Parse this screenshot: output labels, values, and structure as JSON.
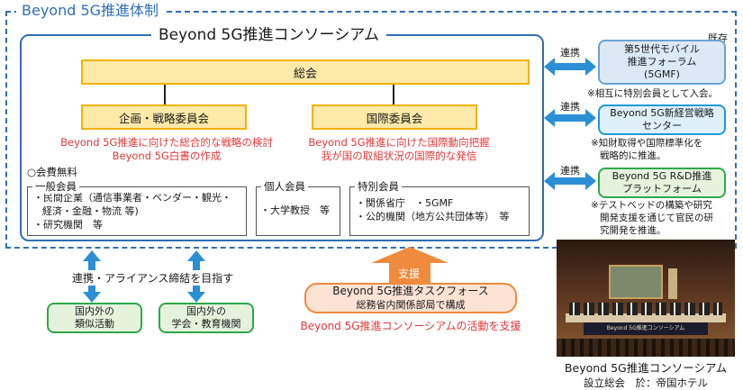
{
  "outer_title": "Beyond 5G推進体制",
  "consortium": {
    "title": "Beyond 5G推進コンソーシアム",
    "general_assembly": "総会",
    "planning_committee": {
      "label": "企画・戦略委員会",
      "desc_line1": "Beyond 5G推進に向けた総合的な戦略の検討",
      "desc_line2": "Beyond 5G白書の作成"
    },
    "international_committee": {
      "label": "国際委員会",
      "desc_line1": "Beyond 5G推進に向けた国際動向把握",
      "desc_line2": "我が国の取組状況の国際的な発信"
    },
    "fee_note": "○会費無料",
    "general_members": {
      "label": "一般会員",
      "line1": "・民間企業（通信事業者・ベンダー・観光・",
      "line2": "経済・金融・物流 等)",
      "line3": "・研究機関　等"
    },
    "individual_members": {
      "label": "個人会員",
      "line1": "・大学教授　等"
    },
    "special_members": {
      "label": "特別会員",
      "line1": "・関係省庁　・5GMF",
      "line2": "・公的機関（地方公共団体等）　等"
    }
  },
  "partners": [
    {
      "arrow_label": "連携",
      "line1": "第5世代モバイル",
      "line2": "推進フォーラム",
      "line3": "(5GMF)",
      "tag": "既存",
      "note1": "※相互に特別会員として入会。",
      "note2": ""
    },
    {
      "arrow_label": "連携",
      "line1": "Beyond 5G新経営戦略",
      "line2": "センター",
      "note1": "※知財取得や国際標準化を",
      "note2": "戦略的に推進。"
    },
    {
      "arrow_label": "連携",
      "line1": "Beyond 5G R&D推進",
      "line2": "プラットフォーム",
      "note1": "※テストベッドの構築や研究",
      "note2": "開発支援を通じて官民の研",
      "note3": "究開発を推進。"
    }
  ],
  "alliance_label": "連携・アライアンス締結を目指す",
  "domestic_similar": {
    "line1": "国内外の",
    "line2": "類似活動"
  },
  "domestic_academic": {
    "line1": "国内外の",
    "line2": "学会・教育機関"
  },
  "support_label": "支援",
  "task_force": {
    "line1": "Beyond 5G推進タスクフォース",
    "line2": "総務省内関係部局で構成"
  },
  "task_force_note": "Beyond 5G推進コンソーシアムの活動を支援",
  "photo": {
    "screen_text": "Beyond 5G推進コンソーシアム",
    "caption1": "Beyond 5G推進コンソーシアム",
    "caption2": "設立総会　於：帝国ホテル"
  },
  "colors": {
    "frame_blue": "#2f6fb3",
    "committee_fill": "#fde9a8",
    "committee_border": "#f0b400",
    "red_text": "#e03a3a",
    "arrow_blue": "#2b8fd6",
    "arrow_orange": "#f08a3c"
  }
}
